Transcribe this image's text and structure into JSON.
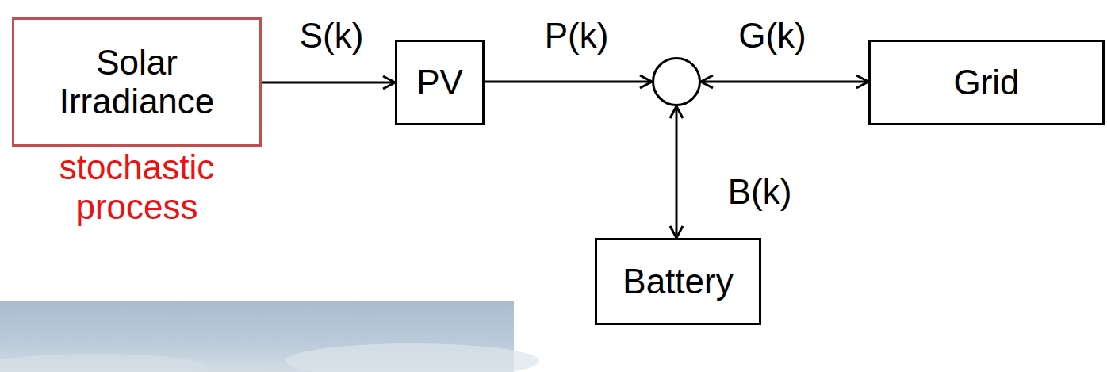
{
  "diagram": {
    "nodes": [
      {
        "text": [
          "Solar Irradiance",
          "stochastic process"
        ]
      },
      {
        "text": [
          "PV"
        ]
      },
      {
        "text": []
      },
      {
        "text": [
          "Grid"
        ]
      },
      {
        "text": [
          "Battery"
        ]
      }
    ],
    "edges": [
      {
        "from": 0,
        "to": 1,
        "arrow": "to",
        "label": "S(k)"
      },
      {
        "from": 1,
        "to": 2,
        "arrow": "to",
        "label": "P(k)"
      },
      {
        "from": 2,
        "to": 3,
        "arrow": "both",
        "label": "G(k)"
      },
      {
        "from": 2,
        "to": 4,
        "arrow": "both",
        "label": "B(k)"
      }
    ]
  }
}
